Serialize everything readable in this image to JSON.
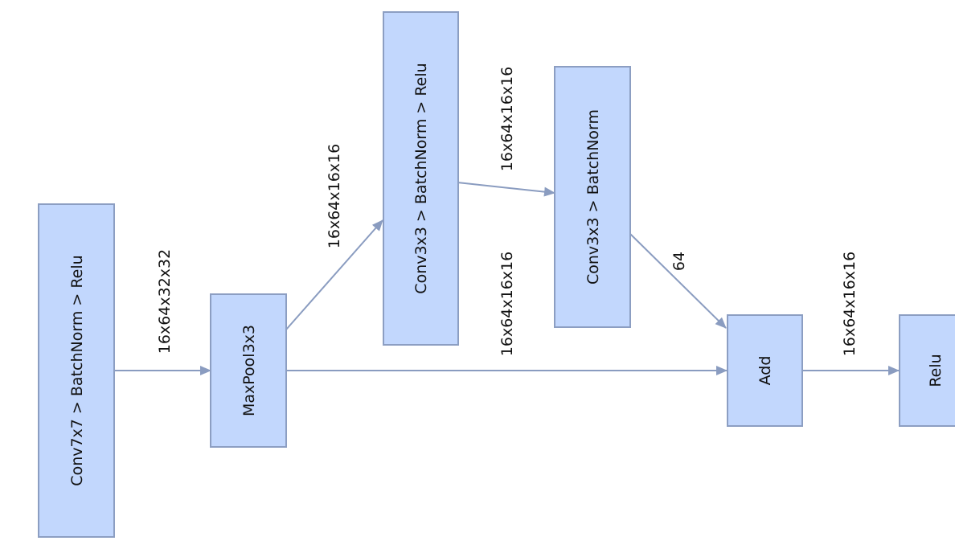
{
  "diagram": {
    "nodes": [
      {
        "id": "conv7",
        "label": "Conv7x7 > BatchNorm > Relu"
      },
      {
        "id": "maxpool",
        "label": "MaxPool3x3"
      },
      {
        "id": "conv3a",
        "label": "Conv3x3 > BatchNorm > Relu"
      },
      {
        "id": "conv3b",
        "label": "Conv3x3 > BatchNorm"
      },
      {
        "id": "add",
        "label": "Add"
      },
      {
        "id": "relu",
        "label": "Relu"
      }
    ],
    "edges": [
      {
        "from": "conv7",
        "to": "maxpool",
        "label": "16x64x32x32"
      },
      {
        "from": "maxpool",
        "to": "conv3a",
        "label": "16x64x16x16"
      },
      {
        "from": "conv3a",
        "to": "conv3b",
        "label": "16x64x16x16"
      },
      {
        "from": "conv3b",
        "to": "add",
        "label": "64"
      },
      {
        "from": "maxpool",
        "to": "add",
        "label": "16x64x16x16"
      },
      {
        "from": "add",
        "to": "relu",
        "label": "16x64x16x16"
      }
    ],
    "colors": {
      "node_fill": "#c2d7fd",
      "node_stroke": "#8c9ec2",
      "edge": "#8a9cc0"
    }
  }
}
